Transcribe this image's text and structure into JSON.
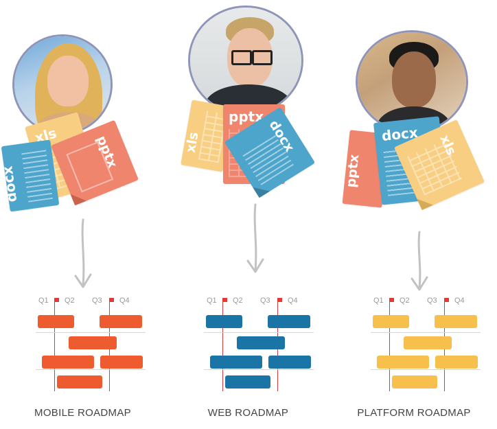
{
  "colors": {
    "orange": "#ee5b2e",
    "blue": "#1a74a5",
    "yellow": "#f7c04d",
    "doc_docx": "#4ea5cc",
    "doc_xls": "#f8cf82",
    "doc_pptx": "#f0856e",
    "avatar_ring": "#8f95b8",
    "arrow": "#c2c2c2",
    "marker": "#e23a3a"
  },
  "quarters": [
    "Q1",
    "Q2",
    "Q3",
    "Q4"
  ],
  "roadmaps": [
    {
      "title": "MOBILE ROADMAP",
      "bar_color": "#ee5b2e",
      "avatar": "woman-avatar",
      "documents": [
        "docx",
        "xls",
        "pptx"
      ]
    },
    {
      "title": "WEB ROADMAP",
      "bar_color": "#1a74a5",
      "avatar": "man-glasses-avatar",
      "documents": [
        "xls",
        "pptx",
        "docx"
      ]
    },
    {
      "title": "PLATFORM ROADMAP",
      "bar_color": "#f7c04d",
      "avatar": "man-avatar",
      "documents": [
        "pptx",
        "docx",
        "xls"
      ]
    }
  ]
}
